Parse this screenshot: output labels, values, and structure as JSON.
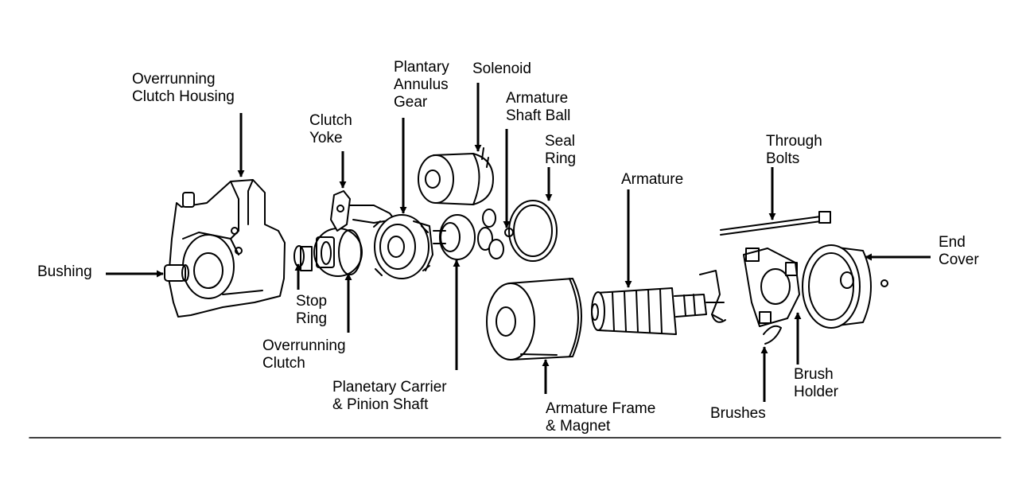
{
  "labels": {
    "overrunning_clutch_housing": [
      "Overrunning",
      "Clutch Housing"
    ],
    "bushing": [
      "Bushing"
    ],
    "clutch_yoke": [
      "Clutch",
      "Yoke"
    ],
    "stop_ring": [
      "Stop",
      "Ring"
    ],
    "overrunning_clutch": [
      "Overrunning",
      "Clutch"
    ],
    "plantary_annulus_gear": [
      "Plantary",
      "Annulus",
      "Gear"
    ],
    "solenoid": [
      "Solenoid"
    ],
    "armature_shaft_ball": [
      "Armature",
      "Shaft Ball"
    ],
    "seal_ring": [
      "Seal",
      "Ring"
    ],
    "planetary_carrier": [
      "Planetary Carrier",
      "& Pinion Shaft"
    ],
    "armature": [
      "Armature"
    ],
    "armature_frame": [
      "Armature Frame",
      "& Magnet"
    ],
    "through_bolts": [
      "Through",
      "Bolts"
    ],
    "end_cover": [
      "End",
      "Cover"
    ],
    "brush_holder": [
      "Brush",
      "Holder"
    ],
    "brushes": [
      "Brushes"
    ]
  },
  "colors": {
    "ink": "#000000",
    "paper": "#ffffff"
  }
}
